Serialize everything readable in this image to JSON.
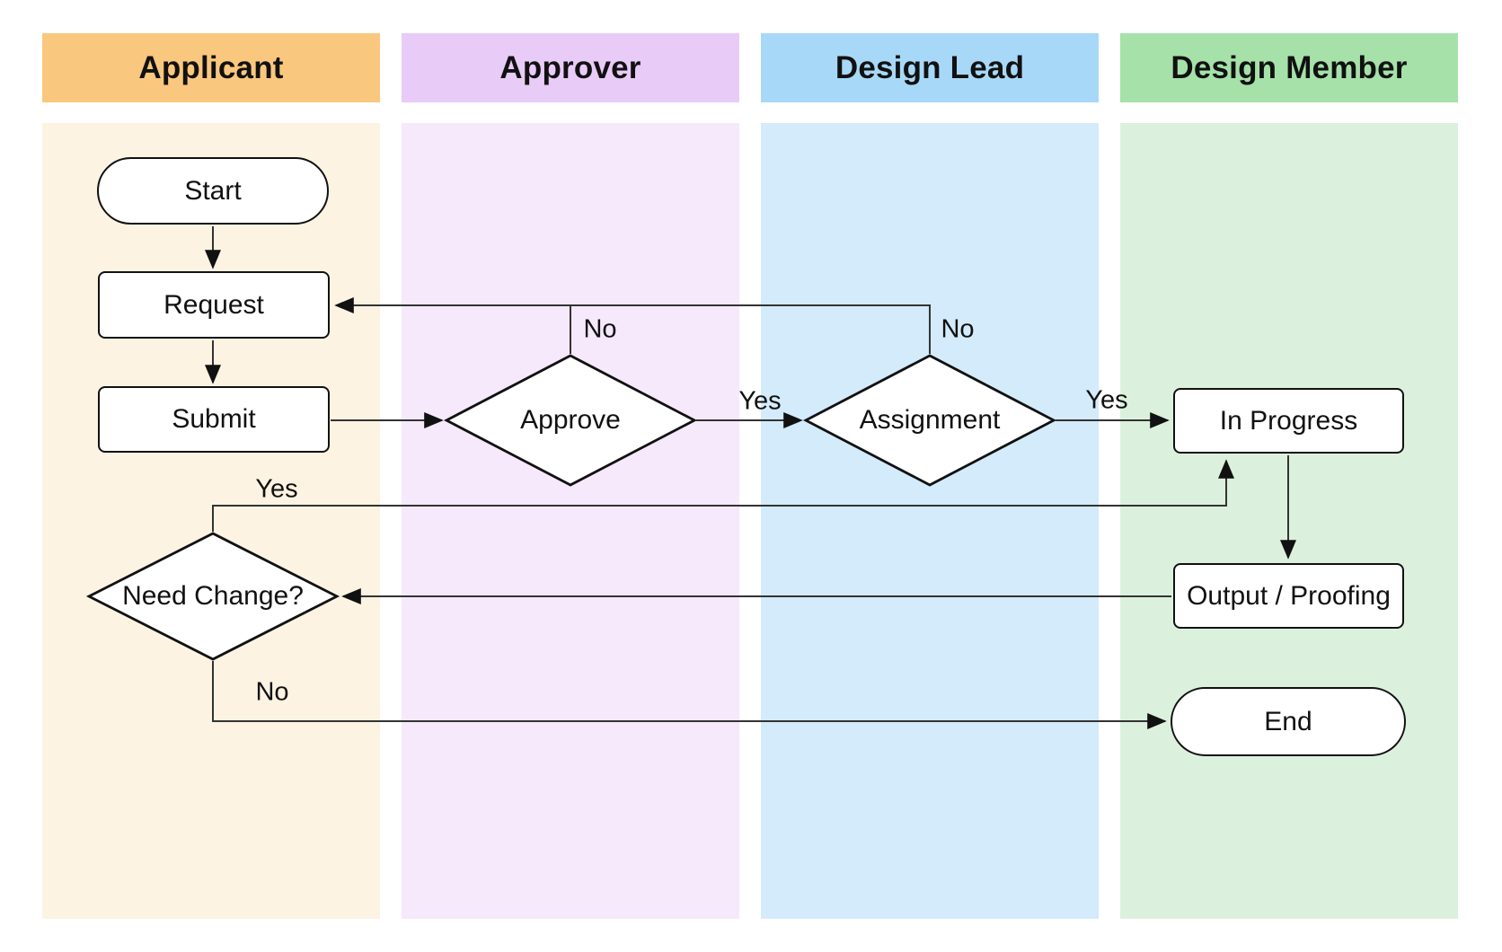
{
  "diagram_type": "swimlane-flowchart",
  "lanes": [
    {
      "label": "Applicant",
      "header_color": "#FAC77E",
      "body_color": "#FDF3E3"
    },
    {
      "label": "Approver",
      "header_color": "#E9CBF8",
      "body_color": "#F5E9FB"
    },
    {
      "label": "Design Lead",
      "header_color": "#A7D8F7",
      "body_color": "#D3EBFA"
    },
    {
      "label": "Design Member",
      "header_color": "#A5E1A9",
      "body_color": "#DCF1DD"
    }
  ],
  "nodes": {
    "start": {
      "label": "Start",
      "shape": "terminator",
      "lane": "Applicant"
    },
    "request": {
      "label": "Request",
      "shape": "process",
      "lane": "Applicant"
    },
    "submit": {
      "label": "Submit",
      "shape": "process",
      "lane": "Applicant"
    },
    "approve": {
      "label": "Approve",
      "shape": "decision",
      "lane": "Approver"
    },
    "assignment": {
      "label": "Assignment",
      "shape": "decision",
      "lane": "Design Lead"
    },
    "in_progress": {
      "label": "In Progress",
      "shape": "process",
      "lane": "Design Member"
    },
    "output": {
      "label": "Output / Proofing",
      "shape": "process",
      "lane": "Design Member"
    },
    "need_change": {
      "label": "Need Change?",
      "shape": "decision",
      "lane": "Applicant"
    },
    "end": {
      "label": "End",
      "shape": "terminator",
      "lane": "Design Member"
    }
  },
  "edge_labels": {
    "approve_no": "No",
    "assignment_no": "No",
    "approve_yes": "Yes",
    "assignment_yes": "Yes",
    "need_change_yes": "Yes",
    "need_change_no": "No"
  },
  "colors": {
    "node_fill": "#FFFFFF",
    "node_border": "#111111",
    "edge_line": "#333333",
    "text": "#111111",
    "page_background": "#FFFFFF"
  }
}
